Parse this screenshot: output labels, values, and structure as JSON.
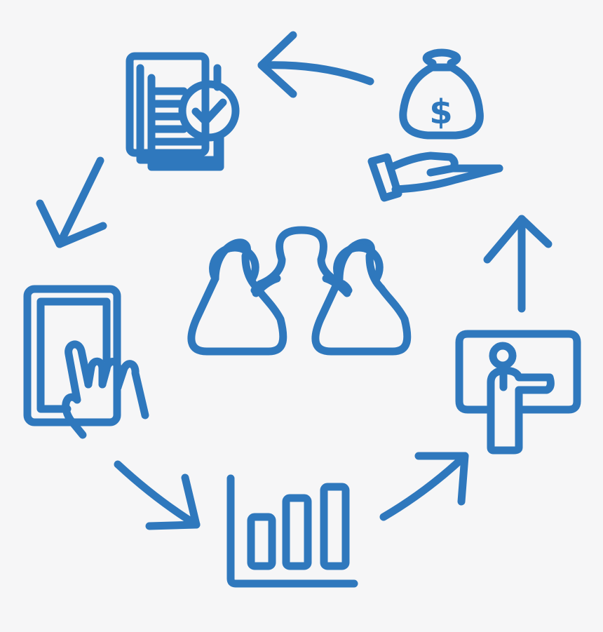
{
  "diagram": {
    "type": "cycle",
    "colors": {
      "stroke": "#2f78bd",
      "background": "#f6f6f7"
    },
    "center": {
      "icon": "people-group-icon"
    },
    "nodes": [
      {
        "id": "documents",
        "icon": "documents-checkmark-icon"
      },
      {
        "id": "tablet",
        "icon": "tablet-touch-icon"
      },
      {
        "id": "chart",
        "icon": "bar-chart-icon"
      },
      {
        "id": "presentation",
        "icon": "presenter-board-icon"
      },
      {
        "id": "money",
        "icon": "money-bag-hand-icon"
      }
    ],
    "edges": [
      {
        "from": "money",
        "to": "documents"
      },
      {
        "from": "documents",
        "to": "tablet"
      },
      {
        "from": "tablet",
        "to": "chart"
      },
      {
        "from": "chart",
        "to": "presentation"
      },
      {
        "from": "presentation",
        "to": "money"
      }
    ],
    "money_symbol": "$"
  }
}
